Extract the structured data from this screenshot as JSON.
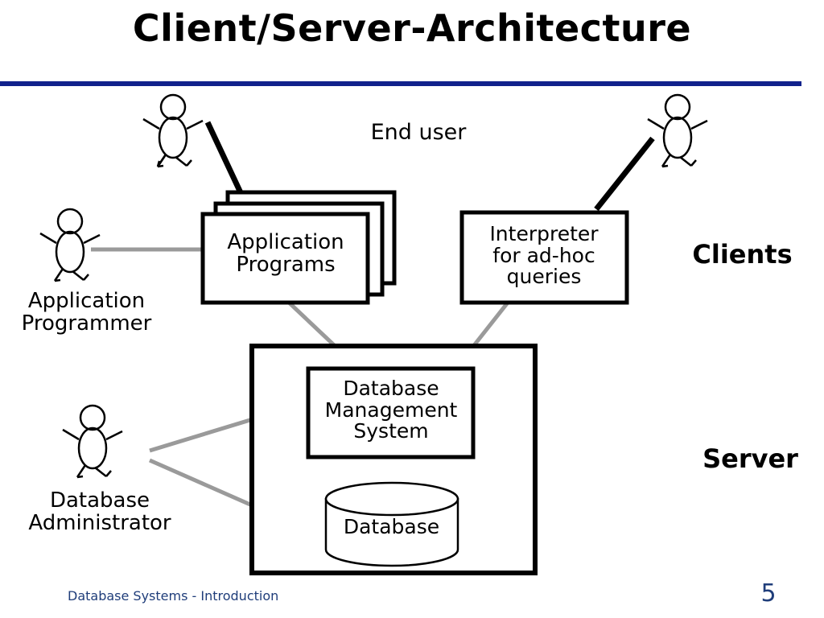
{
  "slide": {
    "title": "Client/Server-Architecture",
    "rule_color": "#11228c",
    "footer": "Database Systems - Introduction",
    "page_number": "5",
    "footer_color": "#1f3d7a",
    "background": "#ffffff"
  },
  "labels": {
    "end_user": "End user",
    "application_programmer": "Application\nProgrammer",
    "database_administrator": "Database\nAdministrator",
    "clients": "Clients",
    "server": "Server"
  },
  "nodes": {
    "application_programs": "Application\nPrograms",
    "interpreter": "Interpreter\nfor ad-hoc\nqueries",
    "dbms": "Database\nManagement\nSystem",
    "database": "Database"
  },
  "colors": {
    "outline": "#000000",
    "connector": "#9a9a9a",
    "fill": "#ffffff",
    "accent": "#11228c"
  }
}
